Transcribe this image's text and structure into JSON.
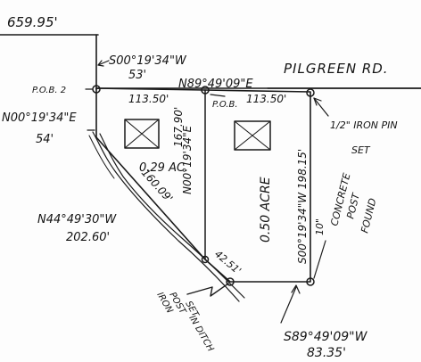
{
  "labels": {
    "top_left_distance": "659.95'",
    "road_name": "PILGREEN RD.",
    "top_bearing": "S00°19'34\"W",
    "top_bearing_distance": "53'",
    "north_bearing": "N89°49'09\"E",
    "pob2": "P.O.B. 2",
    "left_bearing": "N00°19'34\"E",
    "left_distance": "54'",
    "top_left_distance_113": "113.50'",
    "pob_center": "P.O.B.",
    "top_right_distance_113": "113.50'",
    "iron_pin_line1": "1/2\" IRON PIN",
    "iron_pin_line2": "SET",
    "area_left": "0.29 AC.",
    "area_right": "0.50 ACRE",
    "mid_bearing": "N00°19'34\"E",
    "mid_distance": "167.90'",
    "diag_distance": "160.09'",
    "right_bearing": "S00°19'34\"W 198.15'",
    "concrete_line1": "10\"",
    "concrete_line2": "CONCRETE",
    "concrete_line3": "POST",
    "concrete_line4": "FOUND",
    "diag_bearing": "N44°49'30\"W",
    "diag_total": "202.60'",
    "bottom_short": "42.51'",
    "iron_post_line1": "IRON",
    "iron_post_line2": "POST",
    "iron_post_line3": "SET",
    "iron_post_line4": "IN DITCH",
    "bottom_bearing": "S89°49'09\"W",
    "bottom_distance": "83.35'"
  }
}
